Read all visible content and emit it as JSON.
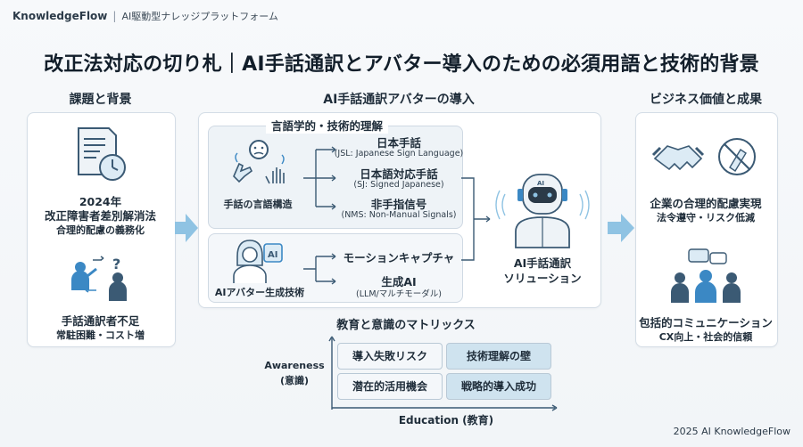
{
  "header": {
    "brand": "KnowledgeFlow",
    "separator": "|",
    "tagline": "AI駆動型ナレッジプラットフォーム"
  },
  "title": "改正法対応の切り札｜AI手話通訳とアバター導入のための必須用語と技術的背景",
  "sections": {
    "left_heading": "課題と背景",
    "center_heading": "AI手話通訳アバターの導入",
    "right_heading": "ビジネス価値と成果"
  },
  "left": {
    "item1_line1": "2024年",
    "item1_line2": "改正障害者差別解消法",
    "item1_line3": "合理的配慮の義務化",
    "item2_line1": "手話通訳者不足",
    "item2_line2": "常駐困難・コスト増"
  },
  "center": {
    "linguistics_title": "言語学的・技術的理解",
    "sign_structure_label": "手話の言語構造",
    "terms": [
      {
        "name": "日本手話",
        "detail": "(JSL: Japanese Sign Language)"
      },
      {
        "name": "日本語対応手話",
        "detail": "(SJ: Signed Japanese)"
      },
      {
        "name": "非手指信号",
        "detail": "(NMS: Non-Manual Signals)"
      }
    ],
    "avatar_label": "AIアバター生成技術",
    "avatar_badge": "AI",
    "tech": [
      {
        "name": "モーションキャプチャ",
        "detail": ""
      },
      {
        "name": "生成AI",
        "detail": "(LLM/マルチモーダル)"
      }
    ],
    "robot_badge": "AI",
    "solution_line1": "AI手話通訳",
    "solution_line2": "ソリューション"
  },
  "matrix": {
    "title": "教育と意識のマトリックス",
    "y_label_line1": "Awareness",
    "y_label_line2": "(意識)",
    "x_label": "Education (教育)",
    "cells": [
      "導入失敗リスク",
      "技術理解の壁",
      "潜在的活用機会",
      "戦略的導入成功"
    ]
  },
  "right": {
    "item1_line1": "企業の合理的配慮実現",
    "item1_line2": "法令遵守・リスク低減",
    "item2_line1": "包括的コミュニケーション",
    "item2_line2": "CX向上・社会的信頼"
  },
  "footer": "2025 AI KnowledgeFlow",
  "colors": {
    "accent_blue": "#3b88c4",
    "arrow_blue": "#8fc3e3",
    "cell_blue": "#cfe3ef",
    "text_dark": "#1f2d3a"
  }
}
